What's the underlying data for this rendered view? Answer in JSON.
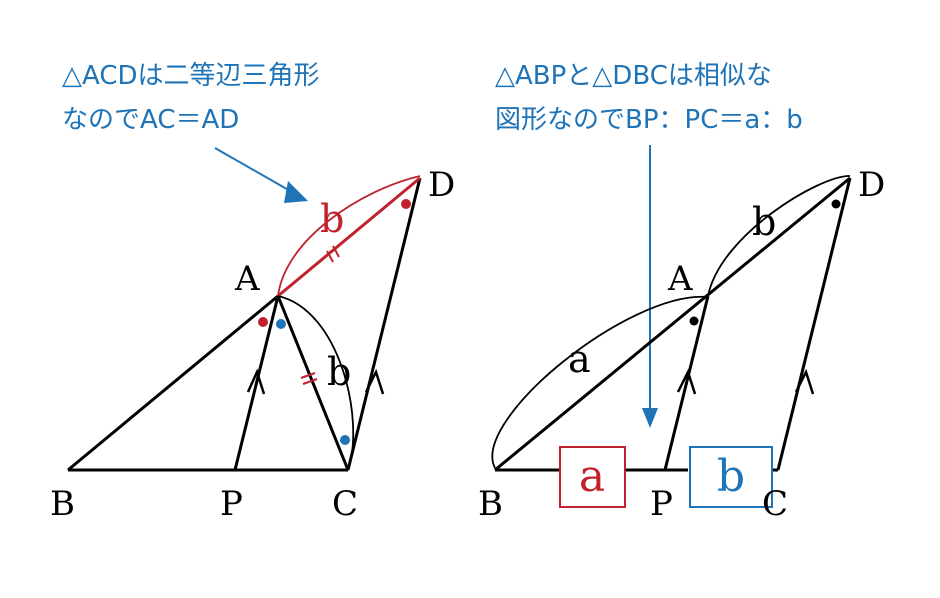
{
  "left": {
    "note_line1": "△ACDは二等辺三角形",
    "note_line2": "なのでAC＝AD",
    "label_A": "A",
    "label_B": "B",
    "label_C": "C",
    "label_D": "D",
    "label_P": "P",
    "label_b_red": "b",
    "label_b_black": "b"
  },
  "right": {
    "note_line1": "△ABPと△DBCは相似な",
    "note_line2": "図形なのでBP：PC＝a：b",
    "label_A": "A",
    "label_B": "B",
    "label_C": "C",
    "label_D": "D",
    "label_P": "P",
    "label_a": "a",
    "label_b": "b",
    "box_a": "a",
    "box_b": "b"
  },
  "colors": {
    "red": "#c0222d",
    "blue": "#1f73b7",
    "black": "#000000"
  }
}
